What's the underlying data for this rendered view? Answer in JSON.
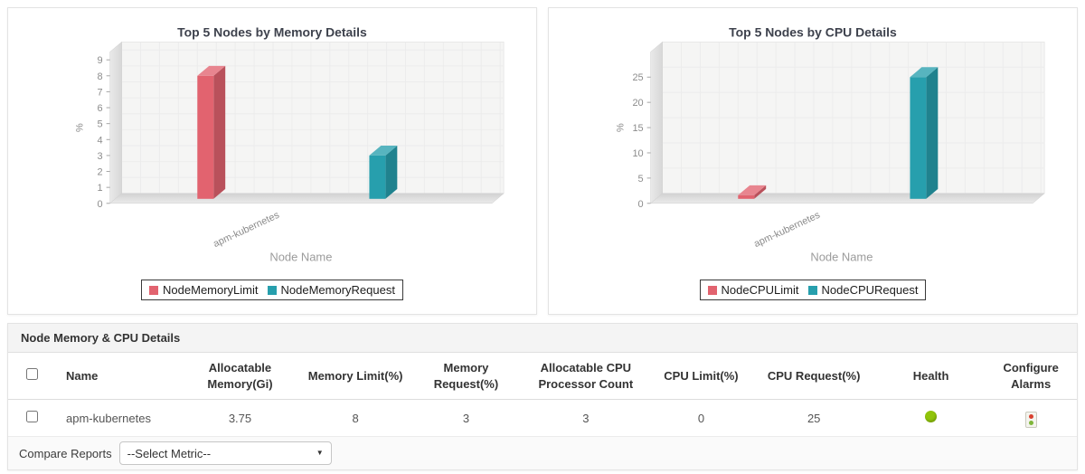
{
  "chart_data": [
    {
      "type": "bar",
      "title": "Top 5 Nodes by Memory Details",
      "xlabel": "Node Name",
      "ylabel": "%",
      "categories": [
        "apm-kubernetes"
      ],
      "series": [
        {
          "name": "NodeMemoryLimit",
          "color": "#e2636f",
          "values": [
            8
          ]
        },
        {
          "name": "NodeMemoryRequest",
          "color": "#279fad",
          "values": [
            3
          ]
        }
      ],
      "yticks": [
        0,
        1,
        2,
        3,
        4,
        5,
        6,
        7,
        8,
        9
      ],
      "ylim": [
        0,
        9.5
      ],
      "grid": true,
      "legend_position": "bottom"
    },
    {
      "type": "bar",
      "title": "Top 5 Nodes by CPU Details",
      "xlabel": "Node Name",
      "ylabel": "%",
      "categories": [
        "apm-kubernetes"
      ],
      "series": [
        {
          "name": "NodeCPULimit",
          "color": "#e2636f",
          "values": [
            0
          ]
        },
        {
          "name": "NodeCPURequest",
          "color": "#279fad",
          "values": [
            25
          ]
        }
      ],
      "yticks": [
        0,
        5,
        10,
        15,
        20,
        25
      ],
      "ylim": [
        0,
        30
      ],
      "grid": true,
      "legend_position": "bottom"
    }
  ],
  "table": {
    "title": "Node Memory & CPU Details",
    "columns": [
      "",
      "Name",
      "Allocatable Memory(Gi)",
      "Memory Limit(%)",
      "Memory Request(%)",
      "Allocatable CPU Processor Count",
      "CPU Limit(%)",
      "CPU Request(%)",
      "Health",
      "Configure Alarms"
    ],
    "row": {
      "name": "apm-kubernetes",
      "allocatable_memory_gi": "3.75",
      "memory_limit_pct": "8",
      "memory_request_pct": "3",
      "allocatable_cpu_count": "3",
      "cpu_limit_pct": "0",
      "cpu_request_pct": "25",
      "health_color": "#90c40a",
      "alarm_icon_colors": {
        "top": "#d9412f",
        "bottom": "#7fb63a"
      }
    }
  },
  "footer": {
    "label": "Compare Reports",
    "select_value": "--Select Metric--"
  },
  "icons": {
    "dropdown_arrow": "▼"
  },
  "colors": {
    "panel_border": "#e3e3e3",
    "plot_bg": "#f5f5f4",
    "wall": "#e1e1e1",
    "floor_dark": "#d4d4d4",
    "title_text": "#3e424d",
    "health_green": "#90c40a"
  }
}
